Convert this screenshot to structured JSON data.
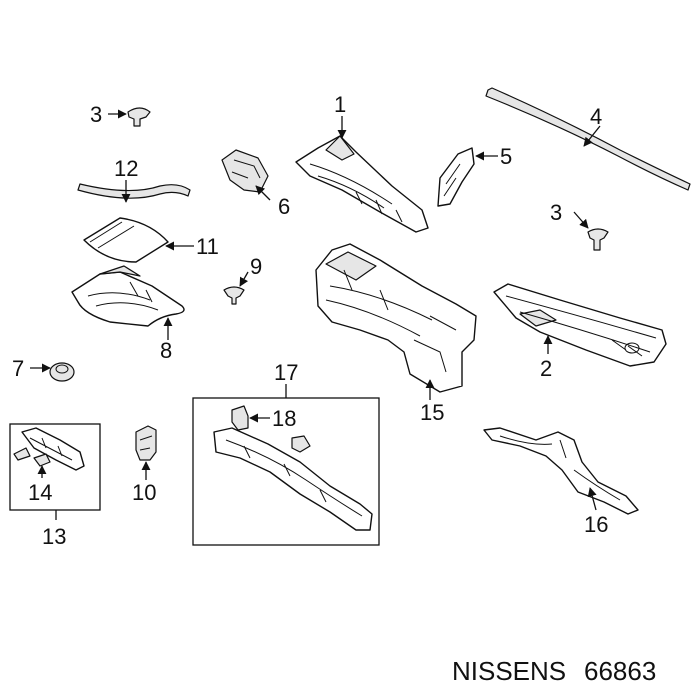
{
  "callouts": {
    "c1": "1",
    "c2": "2",
    "c3a": "3",
    "c3b": "3",
    "c4": "4",
    "c5": "5",
    "c6": "6",
    "c7": "7",
    "c8": "8",
    "c9": "9",
    "c10": "10",
    "c11": "11",
    "c12": "12",
    "c13": "13",
    "c14": "14",
    "c15": "15",
    "c16": "16",
    "c17": "17",
    "c18": "18"
  },
  "footer": {
    "brand": "NISSENS",
    "part_number": "66863"
  }
}
